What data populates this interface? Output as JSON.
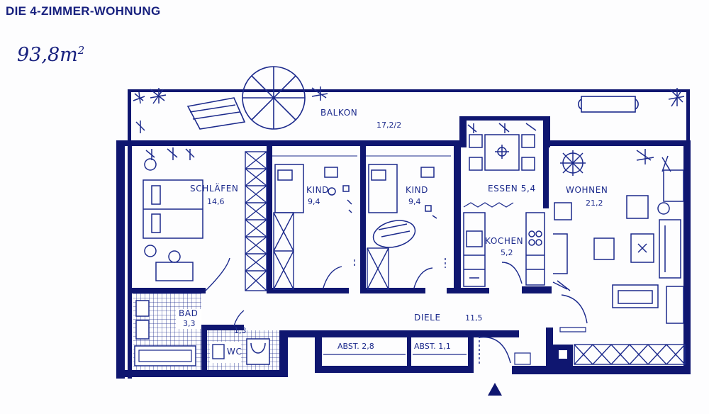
{
  "header": {
    "title": "DIE 4-ZIMMER-WOHNUNG",
    "area_value": "93,8",
    "area_unit": "m",
    "area_exp": "2"
  },
  "rooms": {
    "balkon": {
      "name": "BALKON",
      "size": "17,2/2"
    },
    "schlafen": {
      "name": "SCHLÄFEN",
      "size": "14,6"
    },
    "kind1": {
      "name": "KIND",
      "size": "9,4"
    },
    "kind2": {
      "name": "KIND",
      "size": "9,4"
    },
    "essen": {
      "name": "ESSEN 5,4"
    },
    "wohnen": {
      "name": "WOHNEN",
      "size": "21,2"
    },
    "kochen": {
      "name": "KOCHEN",
      "size": "5,2"
    },
    "bad": {
      "name": "BAD",
      "size": "3,3"
    },
    "wc": {
      "name": "WC",
      "size": "1,3"
    },
    "diele": {
      "name": "DIELE",
      "size": "11,5"
    },
    "abst1": {
      "name": "ABST. 2,8"
    },
    "abst2": {
      "name": "ABST. 1,1"
    }
  },
  "colors": {
    "ink": "#1c2a8c",
    "wall": "#0f1670"
  }
}
